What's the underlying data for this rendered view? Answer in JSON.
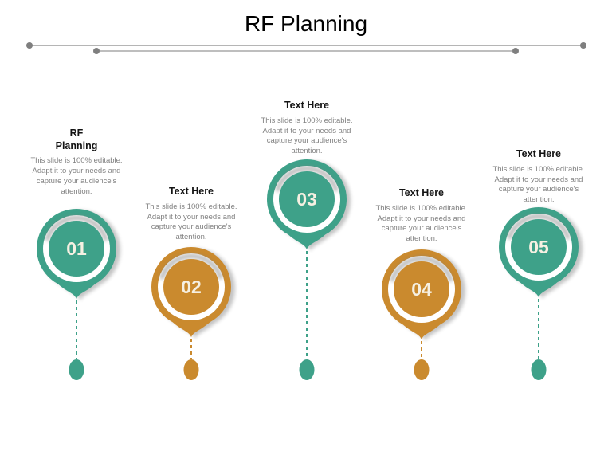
{
  "slide": {
    "title": "RF Planning",
    "background_color": "#ffffff",
    "title_color": "#000000",
    "heading_color": "#141414",
    "body_text_color": "#828282",
    "number_color": "#f6f0e2",
    "teal": "#3ea189",
    "orange": "#ca8a2e",
    "items": [
      {
        "number": "01",
        "heading": "RF Planning",
        "body": "This slide is 100% editable. Adapt it to your needs and capture your audience's attention.",
        "color": "#3ea189"
      },
      {
        "number": "02",
        "heading": "Text Here",
        "body": "This slide is 100% editable. Adapt it to your needs and capture your audience's attention.",
        "color": "#ca8a2e"
      },
      {
        "number": "03",
        "heading": "Text Here",
        "body": "This slide is 100% editable. Adapt it to your needs and capture your audience's attention.",
        "color": "#3ea189"
      },
      {
        "number": "04",
        "heading": "Text Here",
        "body": "This slide is 100% editable. Adapt it to your needs and capture your audience's attention.",
        "color": "#ca8a2e"
      },
      {
        "number": "05",
        "heading": "Text Here",
        "body": "This slide is 100% editable. Adapt it to your needs and capture your audience's attention.",
        "color": "#3ea189"
      }
    ]
  },
  "decor": {
    "line1_color": "#b5b5b5",
    "line2_color": "#a8a8a8",
    "dot_color": "#7f7f7f"
  }
}
